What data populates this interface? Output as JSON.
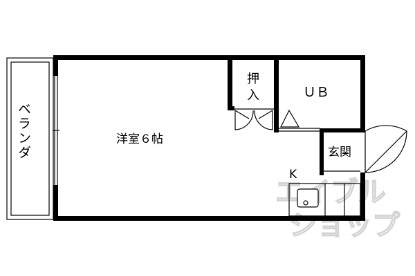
{
  "floorplan": {
    "rooms": {
      "veranda": "ベランダ",
      "western_room": "洋室６帖",
      "closet_line1": "押",
      "closet_line2": "入",
      "unit_bath": "ＵＢ",
      "entrance": "玄関",
      "kitchen": "K"
    },
    "watermark": {
      "line1": "エイブル",
      "line2": "ショップ"
    },
    "colors": {
      "wall": "#000000",
      "line": "#000000",
      "watermark": "#d4d4d4",
      "background": "#ffffff"
    }
  }
}
